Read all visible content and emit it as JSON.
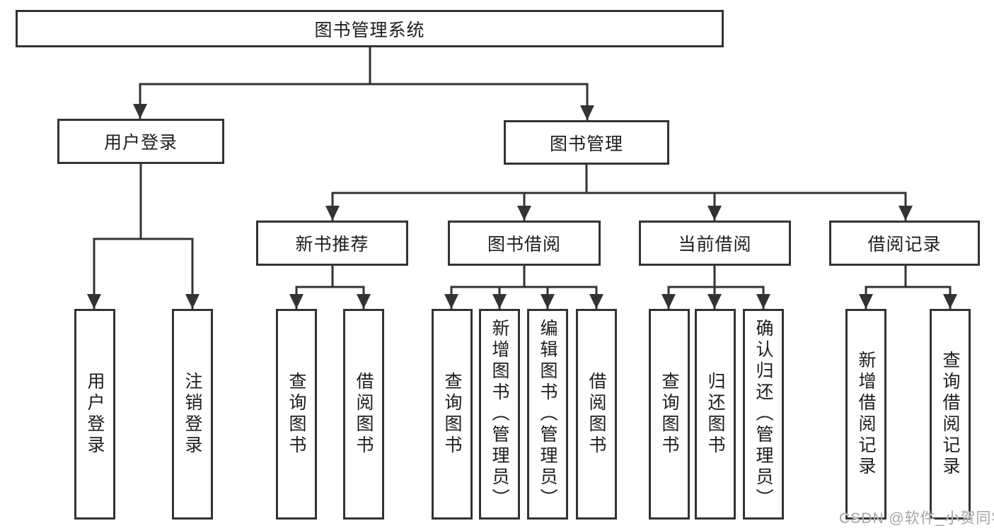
{
  "colors": {
    "line": "#333333",
    "text": "#1d1d1d",
    "watermark": "#a3a3a3",
    "background": "#ffffff"
  },
  "root": {
    "label": "图书管理系统"
  },
  "branches": [
    {
      "label": "用户登录",
      "children": [
        {
          "label": "用户登录"
        },
        {
          "label": "注销登录"
        }
      ]
    },
    {
      "label": "图书管理",
      "children": [
        {
          "label": "新书推荐",
          "children": [
            {
              "label": "查询图书"
            },
            {
              "label": "借阅图书"
            }
          ]
        },
        {
          "label": "图书借阅",
          "children": [
            {
              "label": "查询图书"
            },
            {
              "label": "新增图书（管理员）"
            },
            {
              "label": "编辑图书（管理员）"
            },
            {
              "label": "借阅图书"
            }
          ]
        },
        {
          "label": "当前借阅",
          "children": [
            {
              "label": "查询图书"
            },
            {
              "label": "归还图书"
            },
            {
              "label": "确认归还（管理员）"
            }
          ]
        },
        {
          "label": "借阅记录",
          "children": [
            {
              "label": "新增借阅记录"
            },
            {
              "label": "查询借阅记录"
            }
          ]
        }
      ]
    }
  ],
  "watermark": {
    "text": "CSDN @软件_小贺同学"
  }
}
